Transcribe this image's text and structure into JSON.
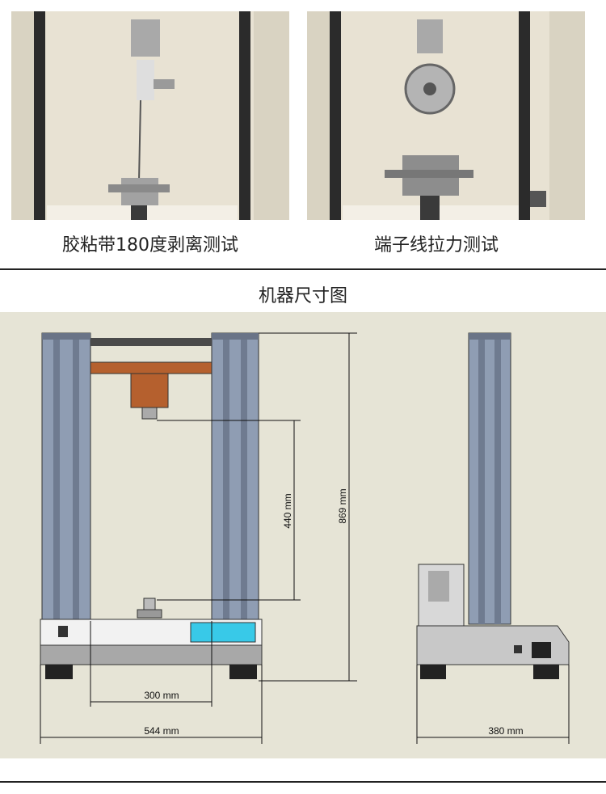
{
  "photos": [
    {
      "caption": "胶粘带180度剥离测试"
    },
    {
      "caption": "端子线拉力测试"
    }
  ],
  "section_title": "机器尺寸图",
  "dimensions": {
    "stroke_label": "440 mm",
    "height_label": "869 mm",
    "inner_width_label": "300 mm",
    "width_label": "544 mm",
    "depth_label": "380 mm"
  },
  "colors": {
    "drawing_bg": "#e6e4d6",
    "column": "#8f9db3",
    "crosshead": "#b5602e",
    "display": "#38c9e8"
  }
}
